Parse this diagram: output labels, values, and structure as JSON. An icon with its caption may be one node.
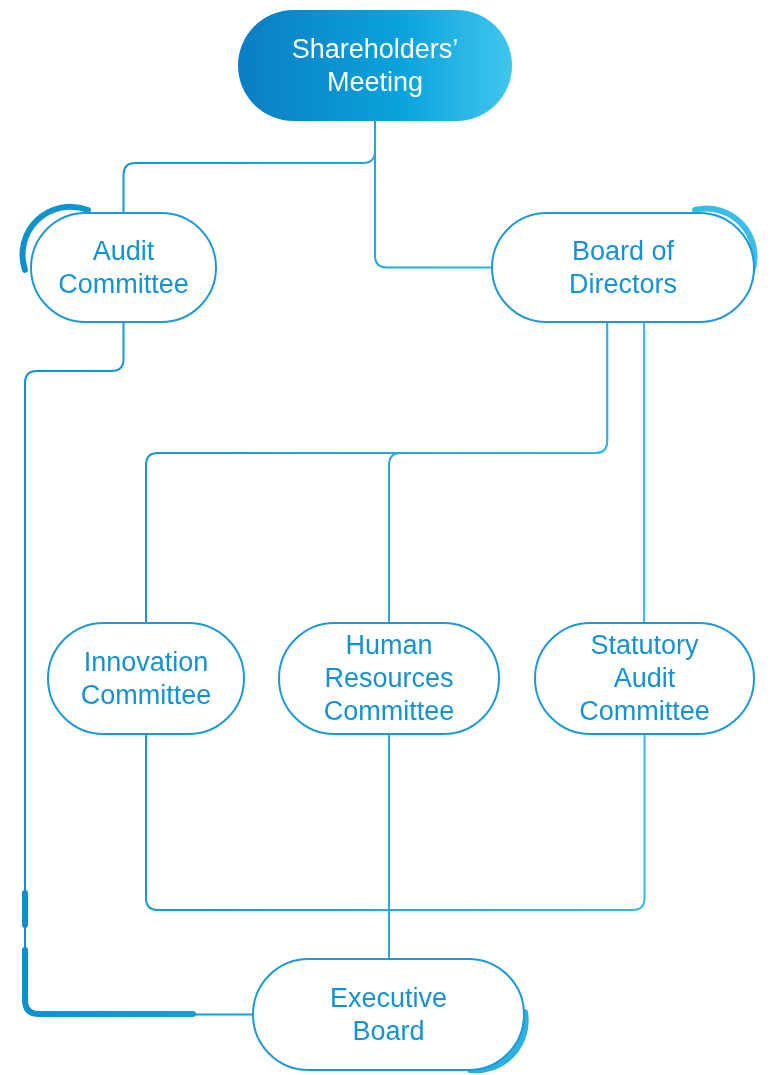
{
  "diagram": {
    "nodes": [
      {
        "text": [
          "Shareholders’ Meeting"
        ]
      },
      {
        "text": [
          "Audit Committee"
        ]
      },
      {
        "text": [
          "Board of Directors"
        ]
      },
      {
        "text": [
          "Innovation Committee"
        ]
      },
      {
        "text": [
          "Human Resources Committee"
        ]
      },
      {
        "text": [
          "Statutory Audit Committee"
        ]
      },
      {
        "text": [
          "Executive Board"
        ]
      }
    ],
    "edges": [
      {
        "from": 0,
        "to": 1,
        "arrow": "none"
      },
      {
        "from": 0,
        "to": 2,
        "arrow": "none"
      },
      {
        "from": 2,
        "to": 3,
        "arrow": "none"
      },
      {
        "from": 2,
        "to": 4,
        "arrow": "none"
      },
      {
        "from": 2,
        "to": 5,
        "arrow": "none"
      },
      {
        "from": 1,
        "to": 6,
        "arrow": "none"
      },
      {
        "from": 3,
        "to": 5,
        "arrow": "none"
      },
      {
        "from": 4,
        "to": 6,
        "arrow": "none"
      }
    ]
  }
}
